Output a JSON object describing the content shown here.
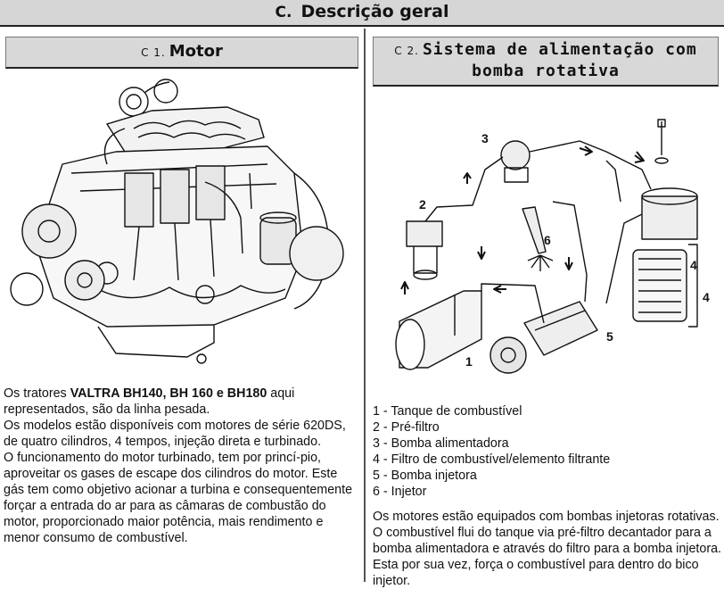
{
  "header": {
    "letter": "C.",
    "title": "Descrição geral"
  },
  "left_section": {
    "number": "C 1.",
    "title": "Motor"
  },
  "right_section": {
    "number": "C 2.",
    "title_line1": "Sistema de alimentação com",
    "title_line2": "bomba rotativa"
  },
  "left_text": {
    "intro_pre": "Os tratores ",
    "models_bold": "VALTRA BH140, BH 160 e BH180",
    "intro_post": " aqui representados, são da linha pesada.",
    "p2": "Os modelos  estão disponíveis com motores de série 620DS, de quatro cilindros, 4 tempos, injeção direta e turbinado.",
    "p3": "O funcionamento do motor turbinado, tem por princí-pio, aproveitar os gases de escape dos cilindros do motor. Este gás tem como objetivo acionar a turbina e consequentemente forçar a entrada do ar para as câmaras de combustão do motor, proporcionado maior potência, mais rendimento e menor consumo de combustível."
  },
  "fuel_diagram": {
    "callouts": [
      "1",
      "2",
      "3",
      "4",
      "4",
      "5",
      "6"
    ]
  },
  "legend": [
    "1 - Tanque de combustível",
    "2 - Pré-filtro",
    "3 - Bomba alimentadora",
    "4 - Filtro de combustível/elemento filtrante",
    "5 - Bomba injetora",
    "6 - Injetor"
  ],
  "right_text": "Os motores estão equipados com bombas injetoras rotativas. O combustível flui do tanque via pré-filtro decantador para a bomba alimentadora e através do filtro para a bomba injetora. Esta por sua vez, força o combustível para dentro do bico injetor."
}
